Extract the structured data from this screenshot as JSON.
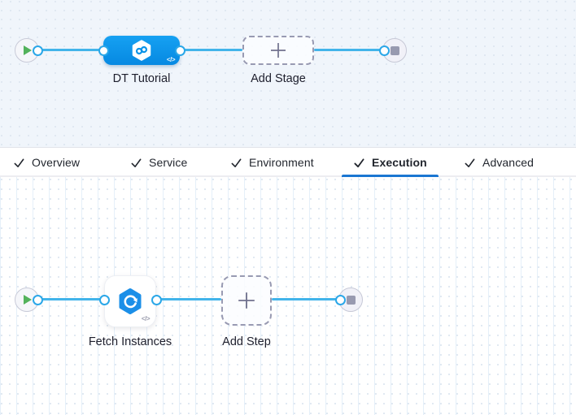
{
  "stage_canvas": {
    "stage": {
      "label": "DT Tutorial",
      "code_icon": "</>"
    },
    "add_stage": {
      "label": "Add Stage"
    }
  },
  "tabs": {
    "items": [
      {
        "label": "Overview",
        "active": false
      },
      {
        "label": "Service",
        "active": false
      },
      {
        "label": "Environment",
        "active": false
      },
      {
        "label": "Execution",
        "active": true
      },
      {
        "label": "Advanced",
        "active": false
      }
    ]
  },
  "execution_canvas": {
    "step": {
      "label": "Fetch Instances",
      "code_icon": "</>"
    },
    "add_step": {
      "label": "Add Step"
    }
  },
  "icons": {
    "play_icon": "play-triangle",
    "stop_icon": "stop-square",
    "stage_type_icon": "infinity-hexagon",
    "step_type_icon": "sync-hexagon",
    "tab_check_icon": "checkmark",
    "plus_icon": "plus"
  },
  "colors": {
    "edge_blue": "#42b4ea",
    "stage_blue": "#0a95ea",
    "step_icon_blue": "#1b8fe8",
    "active_tab_underline": "#1a76d2",
    "play_green": "#53b25b",
    "canvas_top_bg": "#f0f5fb",
    "canvas_bottom_bg": "#ffffff"
  }
}
